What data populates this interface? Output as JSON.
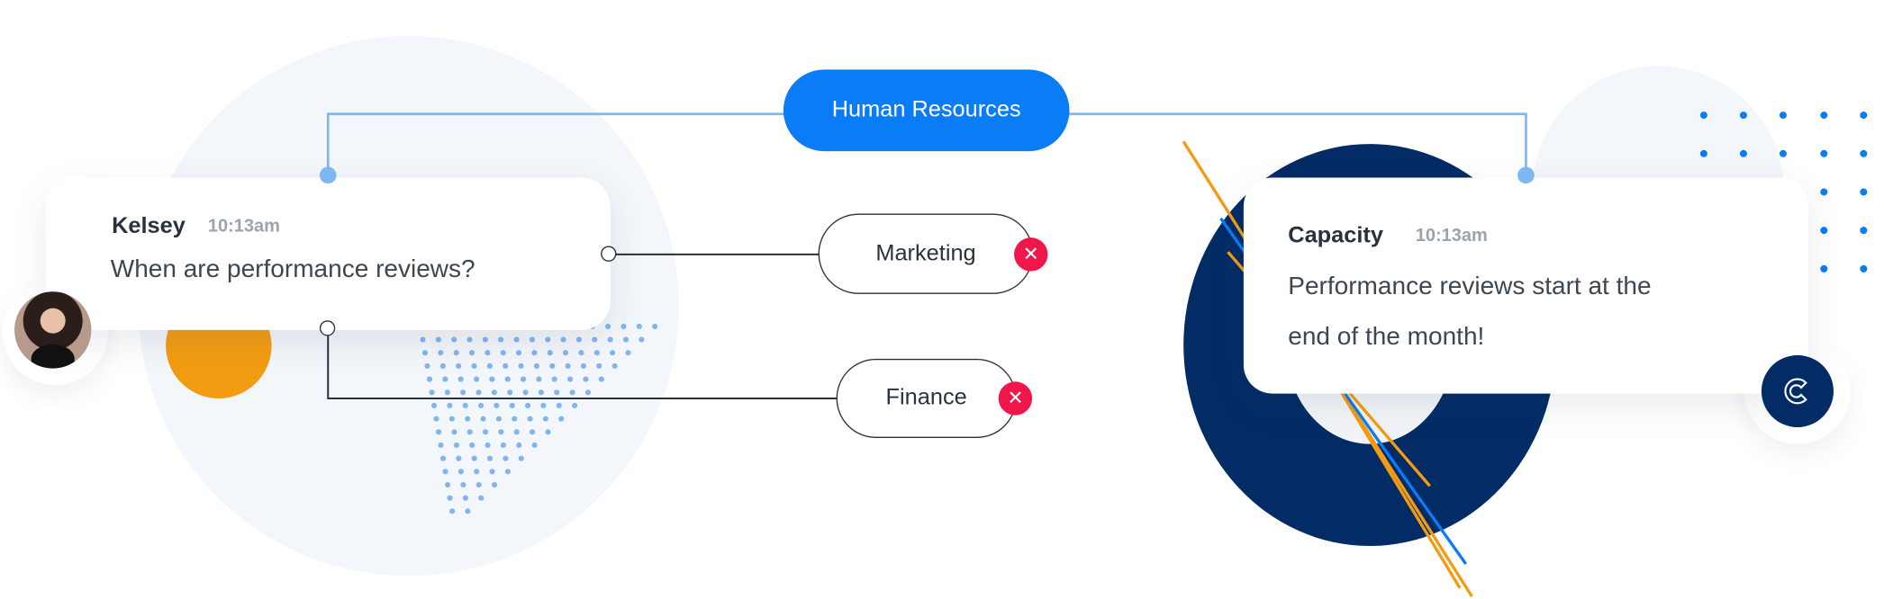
{
  "hub": {
    "label": "Human Resources"
  },
  "user_message": {
    "sender": "Kelsey",
    "time": "10:13am",
    "text": "When are performance reviews?"
  },
  "bot_message": {
    "sender": "Capacity",
    "time": "10:13am",
    "text_line1": "Performance reviews start at the",
    "text_line2": "end of the month!"
  },
  "departments": [
    {
      "label": "Marketing"
    },
    {
      "label": "Finance"
    }
  ],
  "colors": {
    "accent": "#0a7cf5",
    "navy": "#032c66",
    "orange": "#f39c12",
    "remove": "#f0164a",
    "connector": "#7db8f5"
  }
}
